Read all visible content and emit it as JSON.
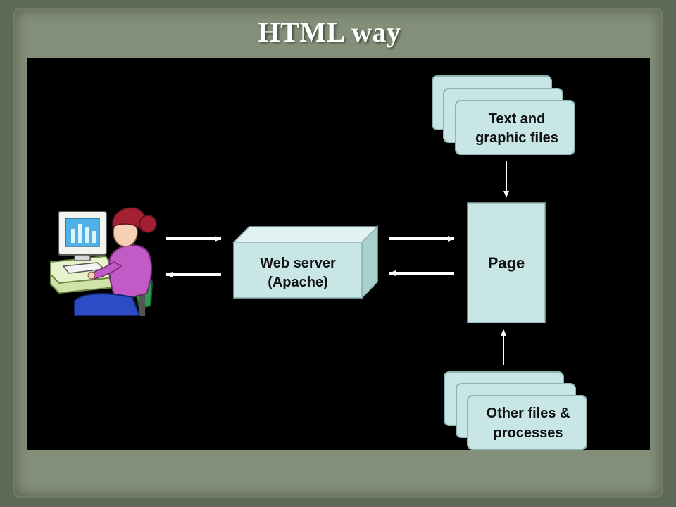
{
  "slide": {
    "title": "HTML way"
  },
  "diagram": {
    "web_server_line1": "Web server",
    "web_server_line2": "(Apache)",
    "page_label": "Page",
    "text_files_line1": "Text and",
    "text_files_line2": "graphic files",
    "other_files_line1": "Other files &",
    "other_files_line2": "processes",
    "colors": {
      "box_fill": "#c8e6e6",
      "background": "#000000",
      "arrow": "#ffffff",
      "figure_shirt": "#c25bc6",
      "figure_hair": "#a31f32",
      "chair": "#2a9a55"
    }
  }
}
